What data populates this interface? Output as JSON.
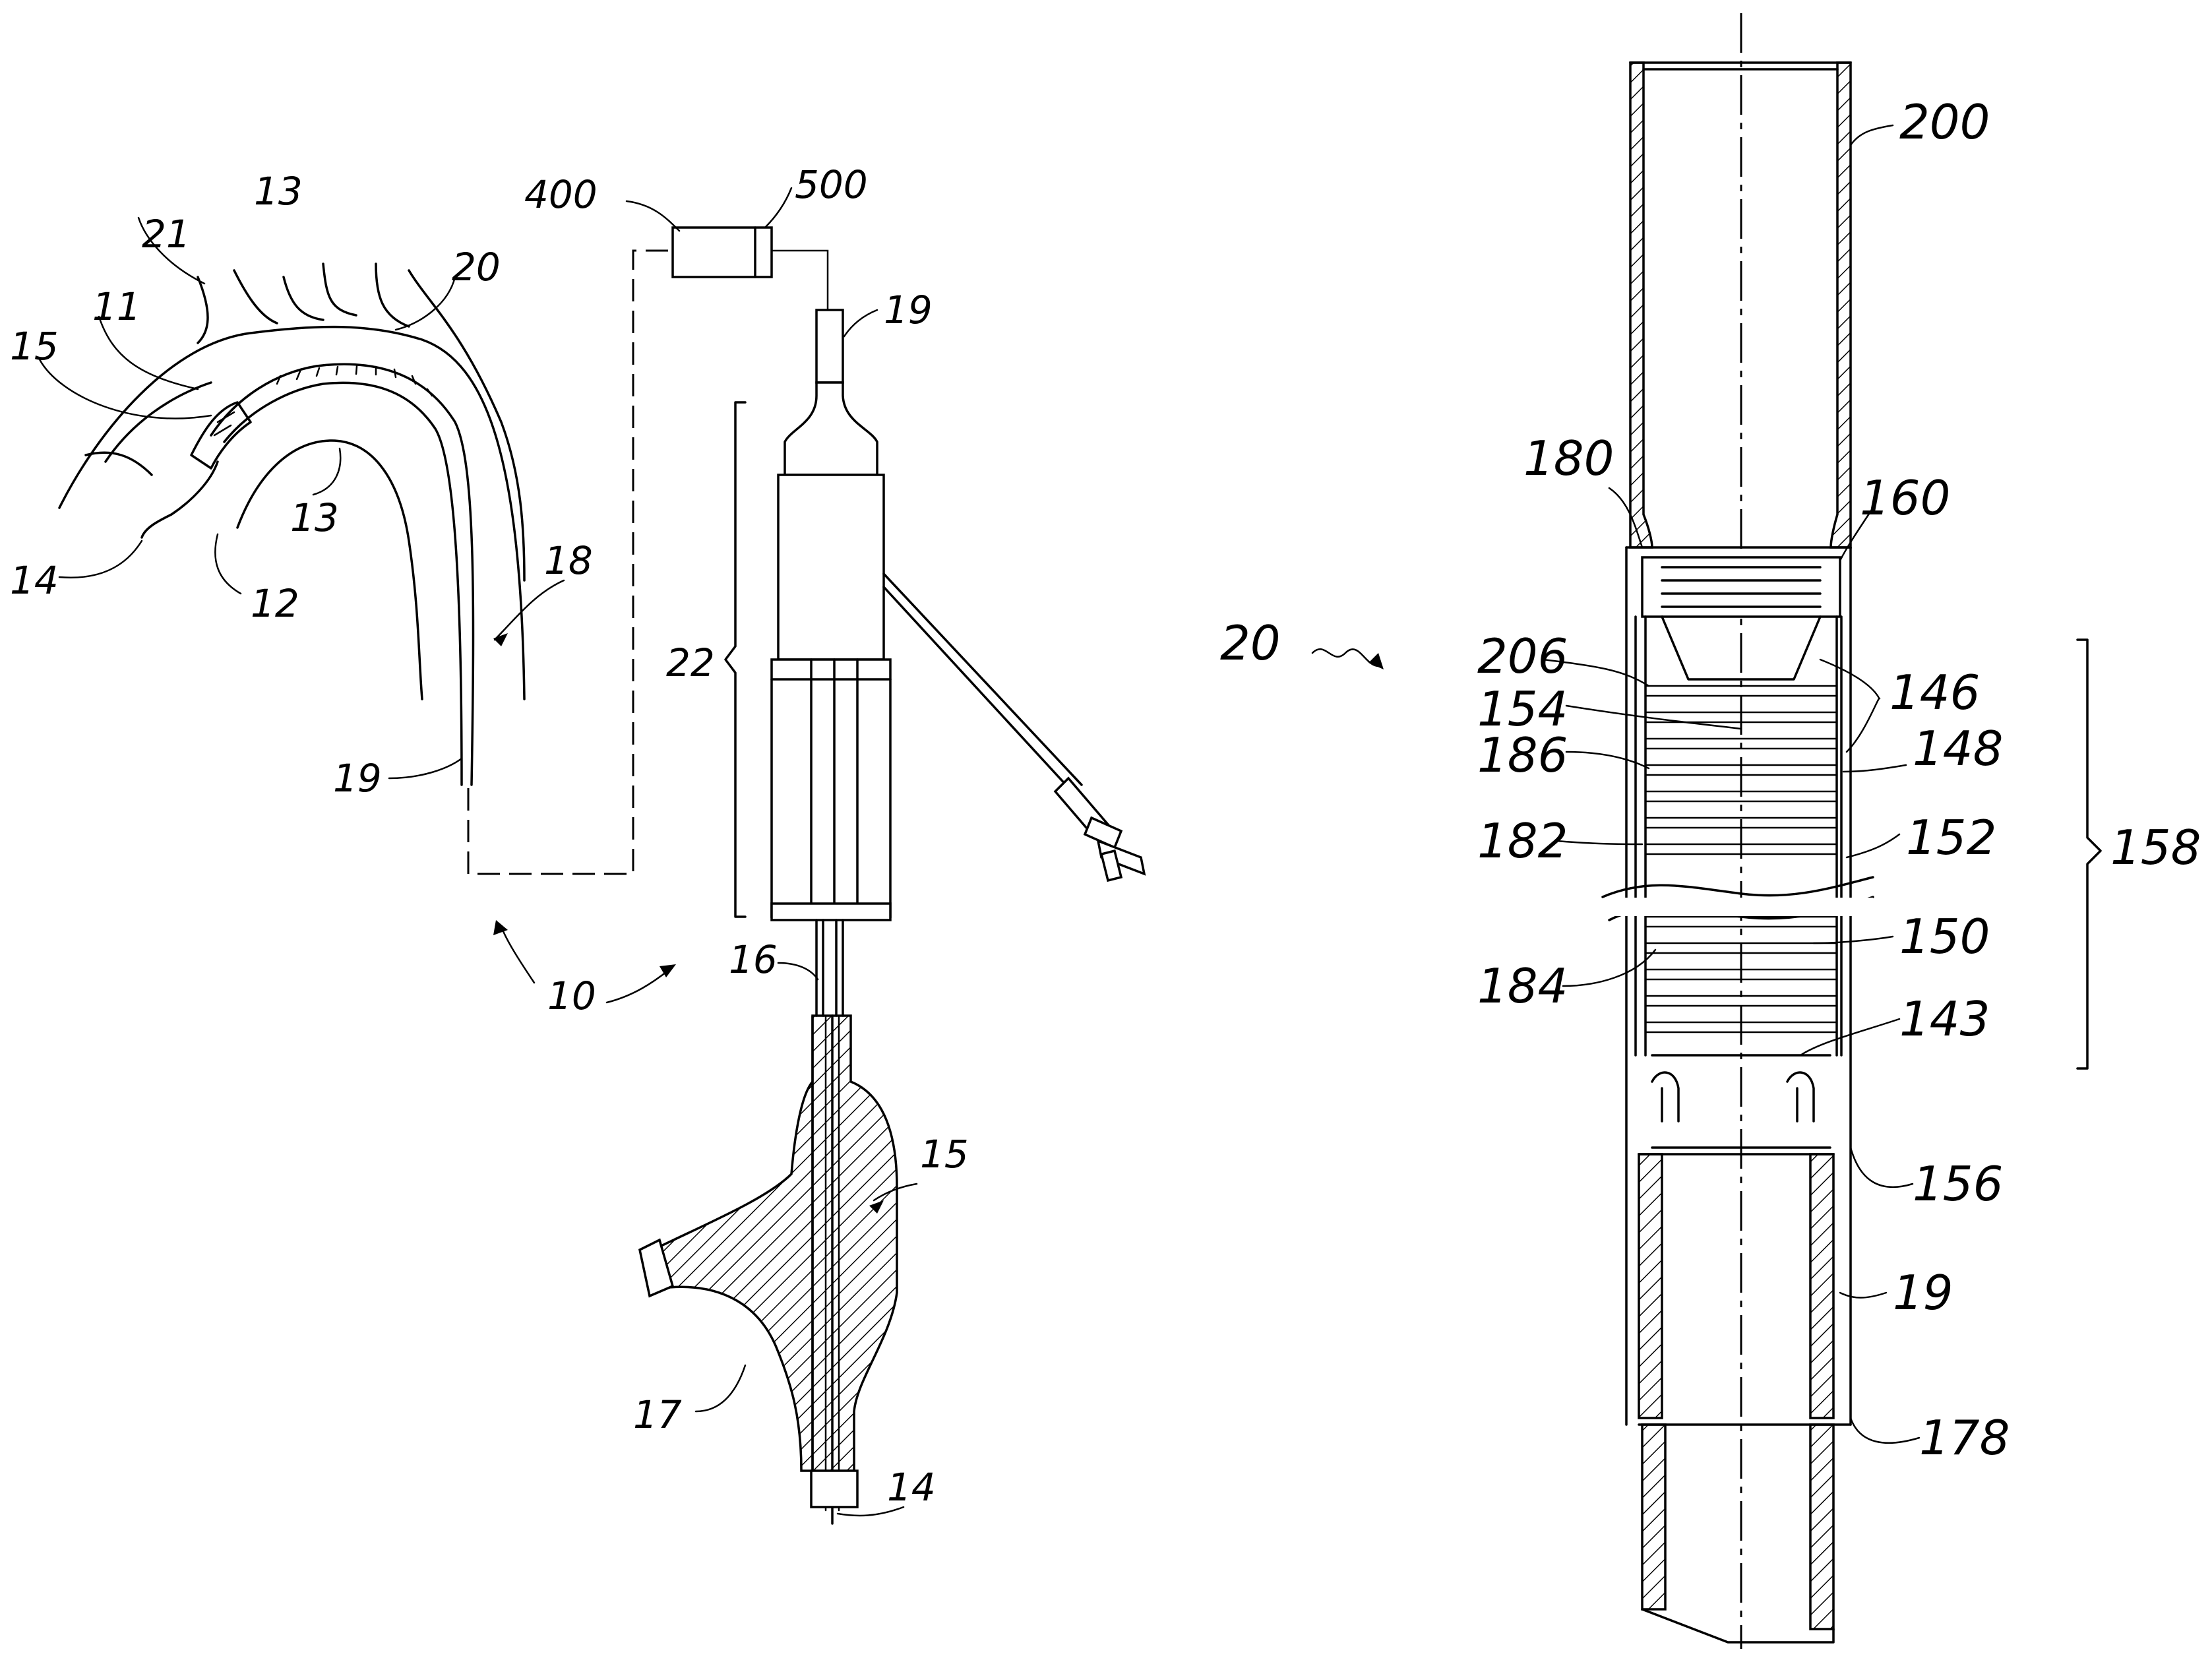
{
  "labels": {
    "l13a": "13",
    "l21": "21",
    "l20a": "20",
    "l11": "11",
    "l15a": "15",
    "l13b": "13",
    "l18": "18",
    "l14a": "14",
    "l12": "12",
    "l19a": "19",
    "l10": "10",
    "l400": "400",
    "l500": "500",
    "l19b": "19",
    "l22": "22",
    "l16": "16",
    "l15b": "15",
    "l17": "17",
    "l14b": "14",
    "l20b": "20",
    "l200": "200",
    "l180": "180",
    "l160": "160",
    "l206": "206",
    "l154": "154",
    "l186": "186",
    "l182": "182",
    "l184": "184",
    "l146": "146",
    "l148": "148",
    "l152": "152",
    "l158": "158",
    "l150": "150",
    "l143": "143",
    "l156": "156",
    "l19c": "19",
    "l178": "178"
  }
}
